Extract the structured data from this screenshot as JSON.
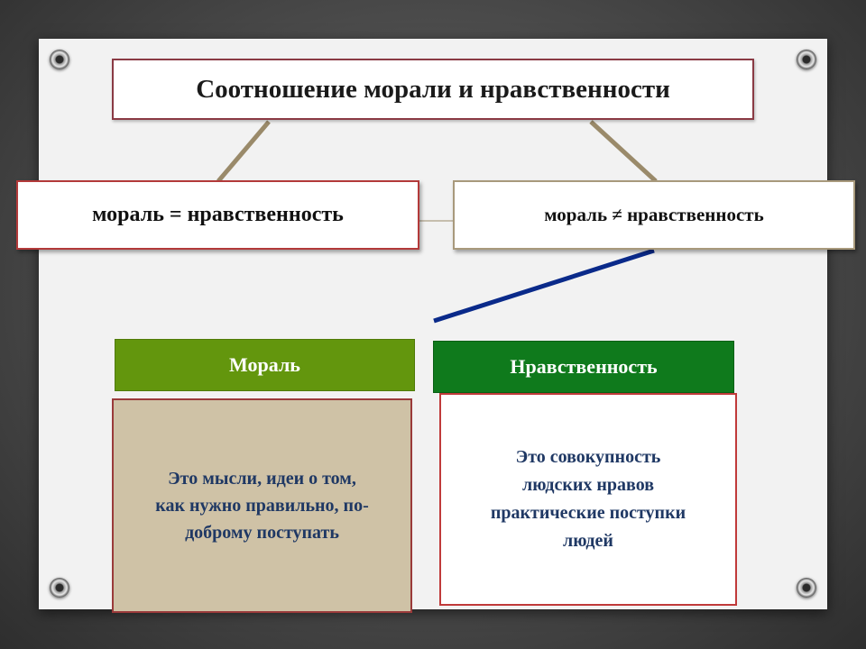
{
  "title": "Соотношение морали и нравственности",
  "equal_box": "мораль = нравственность",
  "not_equal_box": "мораль ≠ нравственность",
  "moral": {
    "header": "Мораль",
    "text": "Это мысли, идеи о том,\nкак нужно правильно, по-\nдоброму поступать"
  },
  "nravstvennost": {
    "header": "Нравственность",
    "text": "Это совокупность\nлюдских нравов\nпрактические поступки\nлюдей"
  },
  "colors": {
    "connector": "#9a8a6a",
    "blue_connector": "#0a2a8a",
    "moral_header": "#63960d",
    "nrav_header": "#0f7a1c",
    "moral_body": "#cfc2a6"
  }
}
